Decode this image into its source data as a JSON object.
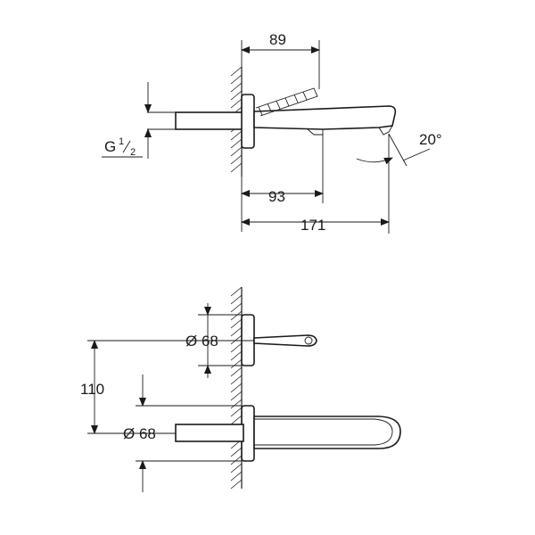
{
  "drawing": {
    "side_view": {
      "dim_top": "89",
      "dim_middle": "93",
      "dim_bottom": "171",
      "angle": "20°",
      "thread": "G",
      "thread_num": "1",
      "thread_den": "2"
    },
    "front_view": {
      "dim_handle_diameter": "Ø 68",
      "dim_spout_diameter": "Ø 68",
      "dim_height": "110"
    }
  }
}
